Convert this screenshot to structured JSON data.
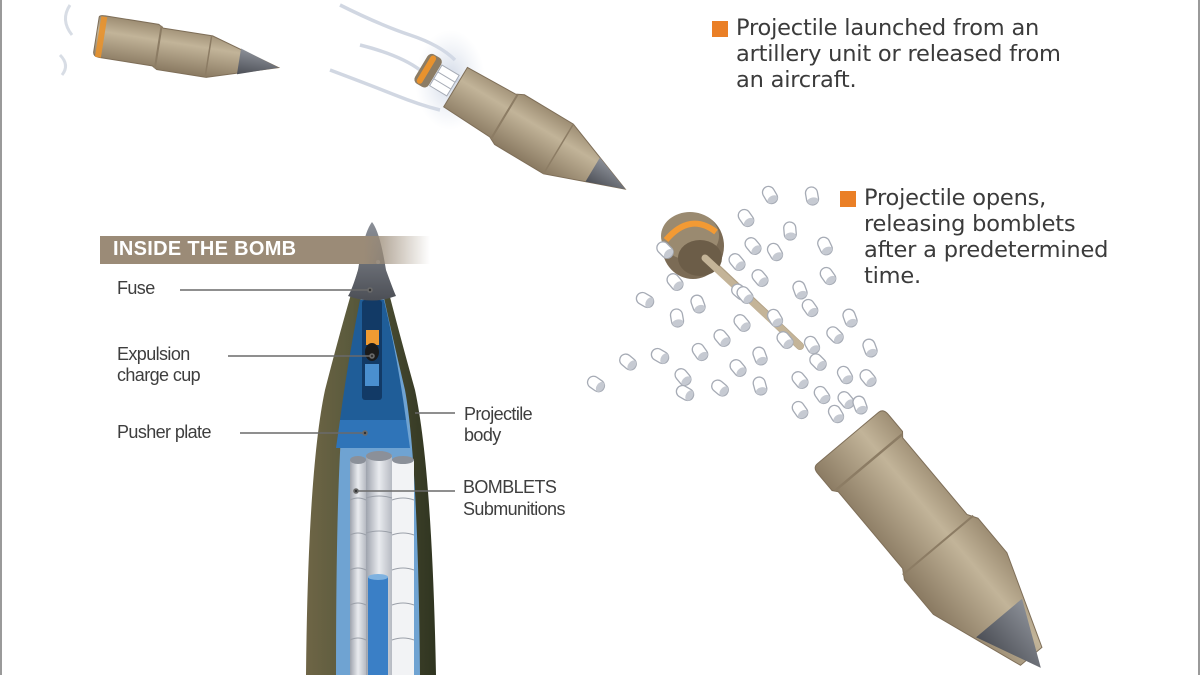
{
  "steps": [
    {
      "text": "Projectile launched from an artillery unit or released from an aircraft.",
      "lines": [
        "Projectile launched from an",
        "artillery unit or released from",
        "an aircraft."
      ],
      "bullet_color": "#ea7f26"
    },
    {
      "text": "Projectile opens, releasing bomblets after a predetermined time.",
      "lines": [
        "Projectile opens,",
        "releasing bomblets",
        "after a predetermined",
        "time."
      ],
      "bullet_color": "#ea7f26"
    }
  ],
  "cutaway": {
    "title": "INSIDE THE BOMB",
    "labels": {
      "fuse": "Fuse",
      "expulsion_1": "Expulsion",
      "expulsion_2": "charge cup",
      "pusher": "Pusher plate",
      "body_1": "Projectile",
      "body_2": "body",
      "bomblets_1": "BOMBLETS",
      "bomblets_2": "Submunitions"
    }
  },
  "colors": {
    "accent_orange": "#ea7f26",
    "shell_tan": "#b3a48a",
    "shell_dark": "#7f6f59",
    "nose_gray": "#6b6f78",
    "casing_olive": "#5a5a3c",
    "inner_blue": "#2d6fb0",
    "light_blue": "#6fa3d2",
    "header_band": "#9b8b77"
  }
}
